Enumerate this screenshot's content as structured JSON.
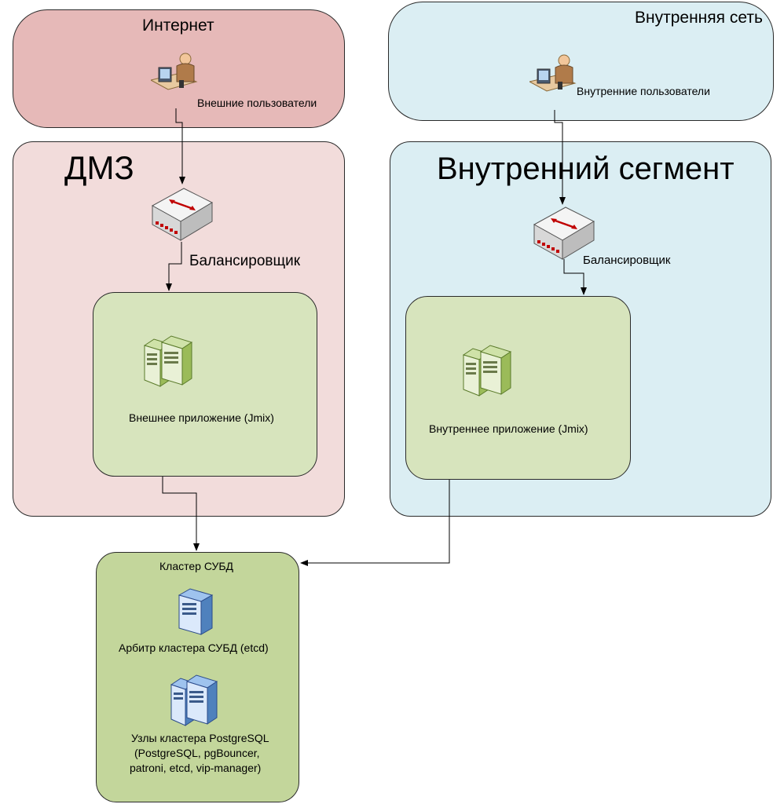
{
  "colors": {
    "internet_bg": "#e6b9b8",
    "dmz_bg": "#f2dcdb",
    "intranet_bg": "#dbeef3",
    "app_bg": "#d7e4bd",
    "db_bg": "#c3d69b",
    "line": "#000000"
  },
  "zones": {
    "internet": {
      "label": "Интернет"
    },
    "intranet": {
      "label": "Внутренняя сеть"
    },
    "dmz": {
      "label": "ДМЗ"
    },
    "internal_segment": {
      "label": "Внутренний сегмент"
    }
  },
  "nodes": {
    "external_users": {
      "label": "Внешние пользователи",
      "icon": "user-workstation-icon"
    },
    "internal_users": {
      "label": "Внутренние пользователи",
      "icon": "user-workstation-icon"
    },
    "dmz_balancer": {
      "label": "Балансировщик",
      "icon": "load-balancer-icon"
    },
    "internal_balancer": {
      "label": "Балансировщик",
      "icon": "load-balancer-icon"
    },
    "external_app": {
      "label": "Внешнее приложение (Jmix)",
      "icon": "server-pair-icon"
    },
    "internal_app": {
      "label": "Внутреннее приложение (Jmix)",
      "icon": "server-pair-icon"
    },
    "db_cluster": {
      "label": "Кластер СУБД",
      "arbiter": {
        "label": "Арбитр кластера СУБД (etcd)",
        "icon": "database-server-icon"
      },
      "nodes_label": [
        "Узлы кластера PostgreSQL",
        "(PostgreSQL, pgBouncer,",
        "patroni, etcd, vip-manager)"
      ],
      "nodes_icon": "database-server-pair-icon"
    }
  }
}
